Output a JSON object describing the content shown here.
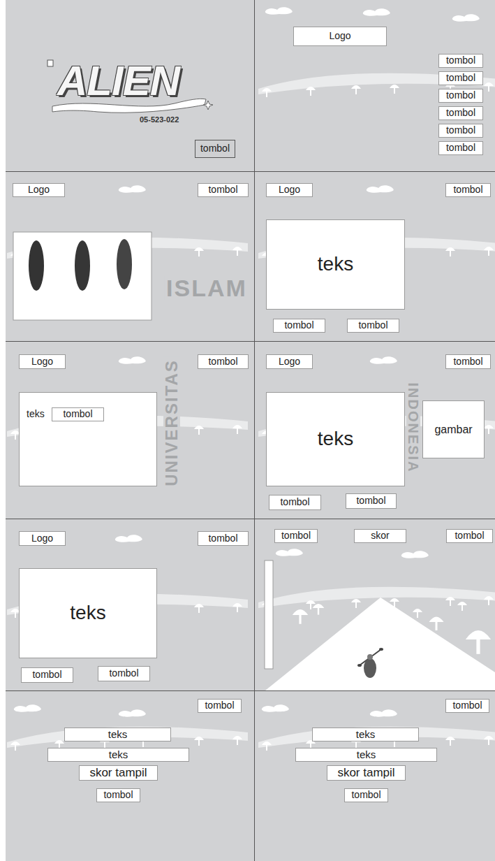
{
  "diagram": {
    "nodes": [
      {
        "text": [
          "tombol"
        ]
      },
      {
        "text": [
          "Logo"
        ]
      },
      {
        "text": [
          "tombol"
        ]
      },
      {
        "text": [
          "tombol"
        ]
      },
      {
        "text": [
          "tombol"
        ]
      },
      {
        "text": [
          "tombol"
        ]
      },
      {
        "text": [
          "tombol"
        ]
      },
      {
        "text": [
          "tombol"
        ]
      },
      {
        "text": [
          "Logo"
        ]
      },
      {
        "text": [
          "tombol"
        ]
      },
      {
        "text": [
          "Logo"
        ]
      },
      {
        "text": [
          "tombol"
        ]
      },
      {
        "text": [
          "teks"
        ]
      },
      {
        "text": [
          "tombol"
        ]
      },
      {
        "text": [
          "tombol"
        ]
      },
      {
        "text": [
          "Logo"
        ]
      },
      {
        "text": [
          "tombol"
        ]
      },
      {
        "text": [
          "teks"
        ]
      },
      {
        "text": [
          "tombol"
        ],
        "in": 17
      },
      {
        "text": [
          "Logo"
        ]
      },
      {
        "text": [
          "tombol"
        ]
      },
      {
        "text": [
          "teks"
        ]
      },
      {
        "text": [
          "gambar"
        ]
      },
      {
        "text": [
          "tombol"
        ]
      },
      {
        "text": [
          "tombol"
        ]
      },
      {
        "text": [
          "Logo"
        ]
      },
      {
        "text": [
          "tombol"
        ]
      },
      {
        "text": [
          "teks"
        ]
      },
      {
        "text": [
          "tombol"
        ]
      },
      {
        "text": [
          "tombol"
        ]
      },
      {
        "text": [
          "tombol"
        ]
      },
      {
        "text": [
          "skor"
        ]
      },
      {
        "text": [
          "tombol"
        ]
      },
      {
        "text": [
          "tombol"
        ]
      },
      {
        "text": [
          "teks"
        ]
      },
      {
        "text": [
          "teks"
        ]
      },
      {
        "text": [
          "skor tampil"
        ]
      },
      {
        "text": [
          "tombol"
        ]
      },
      {
        "text": [
          "tombol"
        ]
      },
      {
        "text": [
          "teks"
        ]
      },
      {
        "text": [
          "teks"
        ]
      },
      {
        "text": [
          "skor tampil"
        ]
      },
      {
        "text": [
          "tombol"
        ]
      }
    ],
    "labels": [
      "ALIEN",
      "05-523-022",
      "ISLAM",
      "UNIVERSITAS",
      "INDONESIA"
    ]
  }
}
